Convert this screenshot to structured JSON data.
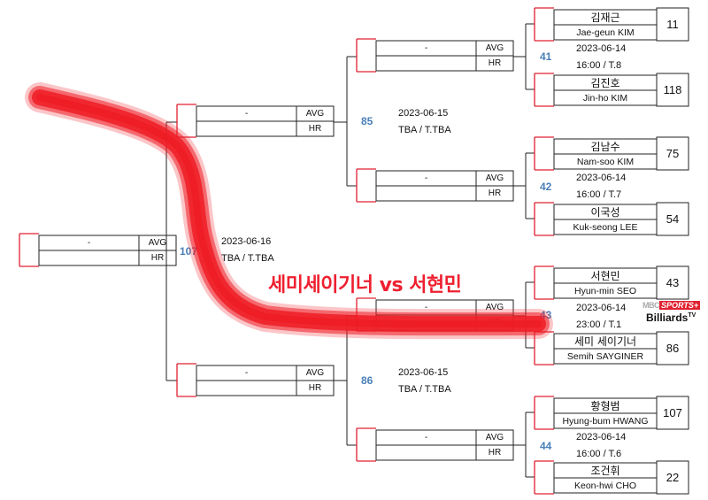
{
  "headline": "세미세이기너 vs 서현민",
  "labels": {
    "avg": "AVG",
    "hr": "HR",
    "dash": "-"
  },
  "logo": {
    "mbc": "MBC",
    "sports": "SPORTS+",
    "billiards": "Billiards",
    "tv": "TV"
  },
  "final": {
    "match_no": "107",
    "date": "2023-06-16",
    "venue": "TBA / T.TBA"
  },
  "semis": [
    {
      "match_no": "85",
      "date": "2023-06-15",
      "venue": "TBA / T.TBA"
    },
    {
      "match_no": "86",
      "date": "2023-06-15",
      "venue": "TBA / T.TBA"
    }
  ],
  "quarters": [
    {
      "match_no": "41",
      "date": "2023-06-14",
      "time": "16:00 / T.8",
      "players": [
        {
          "kr": "김재근",
          "en": "Jae-geun KIM",
          "seed": "11"
        },
        {
          "kr": "김진호",
          "en": "Jin-ho KIM",
          "seed": "118"
        }
      ]
    },
    {
      "match_no": "42",
      "date": "2023-06-14",
      "time": "16:00 / T.7",
      "players": [
        {
          "kr": "김남수",
          "en": "Nam-soo KIM",
          "seed": "75"
        },
        {
          "kr": "이국성",
          "en": "Kuk-seong LEE",
          "seed": "54"
        }
      ]
    },
    {
      "match_no": "43",
      "date": "2023-06-14",
      "time": "23:00 / T.1",
      "players": [
        {
          "kr": "서현민",
          "en": "Hyun-min SEO",
          "seed": "43"
        },
        {
          "kr": "세미 세이기너",
          "en": "Semih SAYGINER",
          "seed": "86"
        }
      ]
    },
    {
      "match_no": "44",
      "date": "2023-06-14",
      "time": "16:00 / T.6",
      "players": [
        {
          "kr": "황형범",
          "en": "Hyung-bum HWANG",
          "seed": "107"
        },
        {
          "kr": "조건휘",
          "en": "Keon-hwi CHO",
          "seed": "22"
        }
      ]
    }
  ],
  "colors": {
    "accent": "#e02030",
    "match_number": "#4a7fb8",
    "brush": "#ee1c25"
  }
}
